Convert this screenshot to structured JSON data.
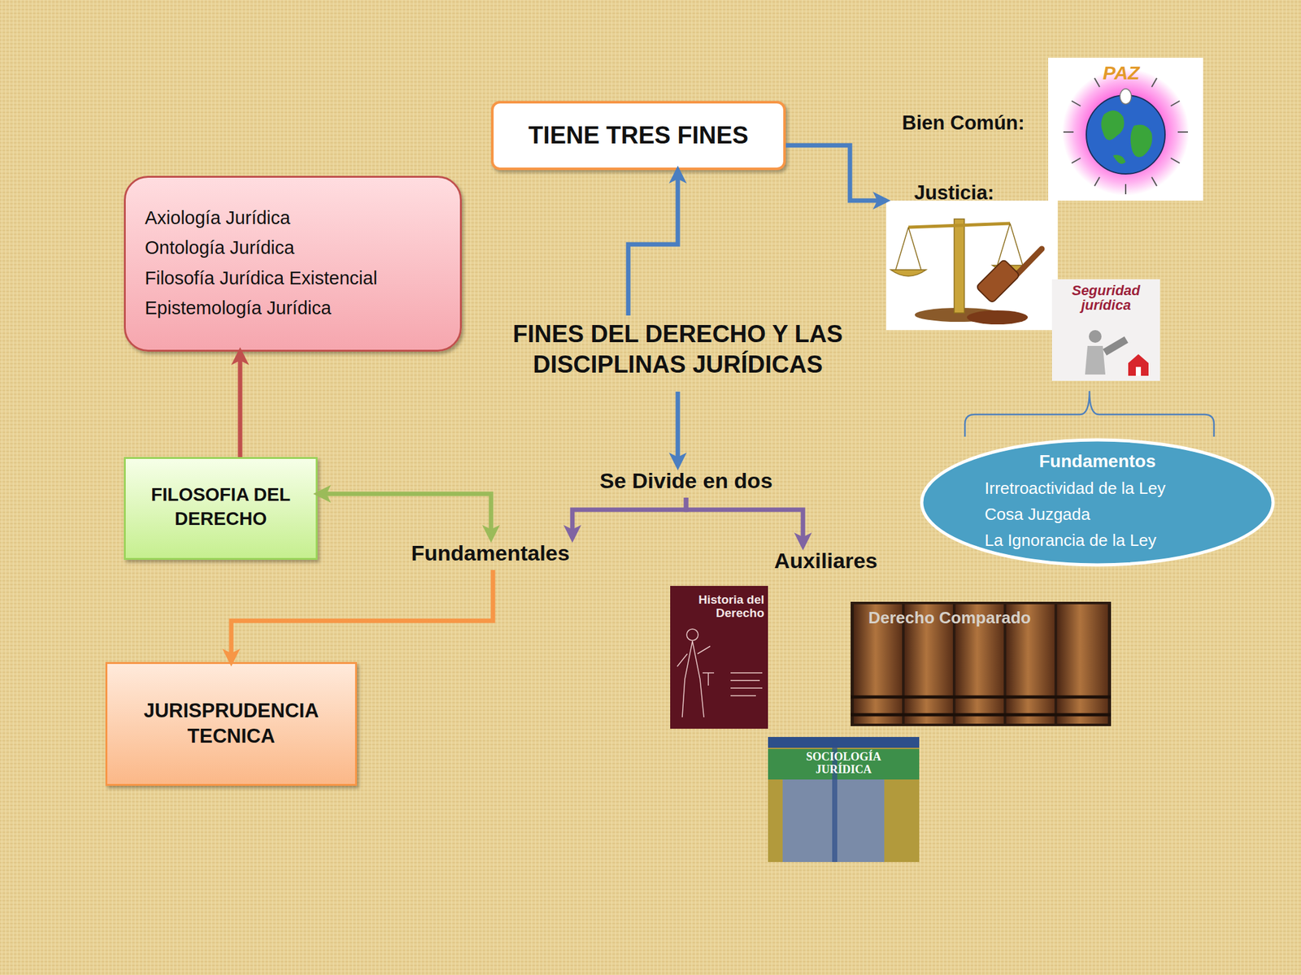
{
  "diagram": {
    "nodes": [
      {
        "text": [
          "TIENE TRES FINES"
        ]
      },
      {
        "text": [
          "Bien Común:",
          "PAZ"
        ]
      },
      {
        "text": [
          "Axiología Jurídica",
          "Ontología Jurídica",
          "Filosofía Jurídica Existencial",
          "Epistemología Jurídica"
        ]
      },
      {
        "text": [
          "Justicia:"
        ]
      },
      {
        "text": [
          "FINES DEL DERECHO Y LAS DISCIPLINAS JURÍDICAS"
        ]
      },
      {
        "text": [
          "Seguridad jurídica"
        ]
      },
      {
        "text": [
          "Fundamentos",
          "Irretroactividad de la Ley",
          "Cosa Juzgada",
          "La Ignorancia de la Ley"
        ]
      },
      {
        "text": [
          "Se Divide en dos"
        ]
      },
      {
        "text": [
          "FILOSOFIA DEL DERECHO"
        ]
      },
      {
        "text": [
          "Fundamentales"
        ]
      },
      {
        "text": [
          "Auxiliares"
        ]
      },
      {
        "text": [
          "Historia del Derecho"
        ]
      },
      {
        "text": [
          "Derecho Comparado"
        ]
      },
      {
        "text": [
          "JURISPRUDENCIA TECNICA"
        ]
      },
      {
        "text": [
          "SOCIOLOGÍA JURÍDICA"
        ]
      }
    ],
    "edges": [
      {
        "from": 4,
        "to": 0,
        "arrow": "to"
      },
      {
        "from": 0,
        "to": 3,
        "arrow": "to"
      },
      {
        "from": 4,
        "to": 7,
        "arrow": "to"
      },
      {
        "from": 7,
        "to": 9,
        "arrow": "to"
      },
      {
        "from": 7,
        "to": 10,
        "arrow": "to"
      },
      {
        "from": 9,
        "to": 8,
        "arrow": "both"
      },
      {
        "from": 8,
        "to": 2,
        "arrow": "to"
      },
      {
        "from": 9,
        "to": 13,
        "arrow": "to"
      }
    ]
  }
}
